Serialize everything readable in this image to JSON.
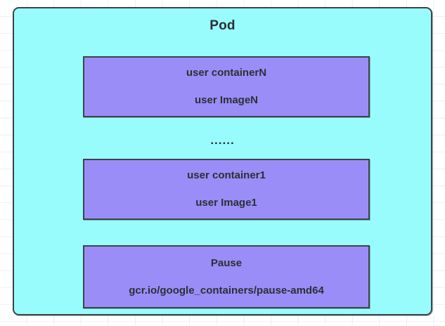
{
  "diagram": {
    "title": "Pod",
    "background": {
      "canvas_color": "#ffffff",
      "grid_color": "#eceff1"
    },
    "pod": {
      "label": "Pod",
      "fill_color": "#99fcfc",
      "border_color": "#3b4448"
    },
    "ellipsis": "......",
    "containers": [
      {
        "id": "container-n",
        "name": "user containerN",
        "image": "user ImageN",
        "fill_color": "#9a8df7",
        "border_color": "#3b4448"
      },
      {
        "id": "container-1",
        "name": "user container1",
        "image": "user Image1",
        "fill_color": "#9a8df7",
        "border_color": "#3b4448"
      },
      {
        "id": "container-pause",
        "name": "Pause",
        "image": "gcr.io/google_containers/pause-amd64",
        "fill_color": "#9a8df7",
        "border_color": "#3b4448"
      }
    ]
  }
}
